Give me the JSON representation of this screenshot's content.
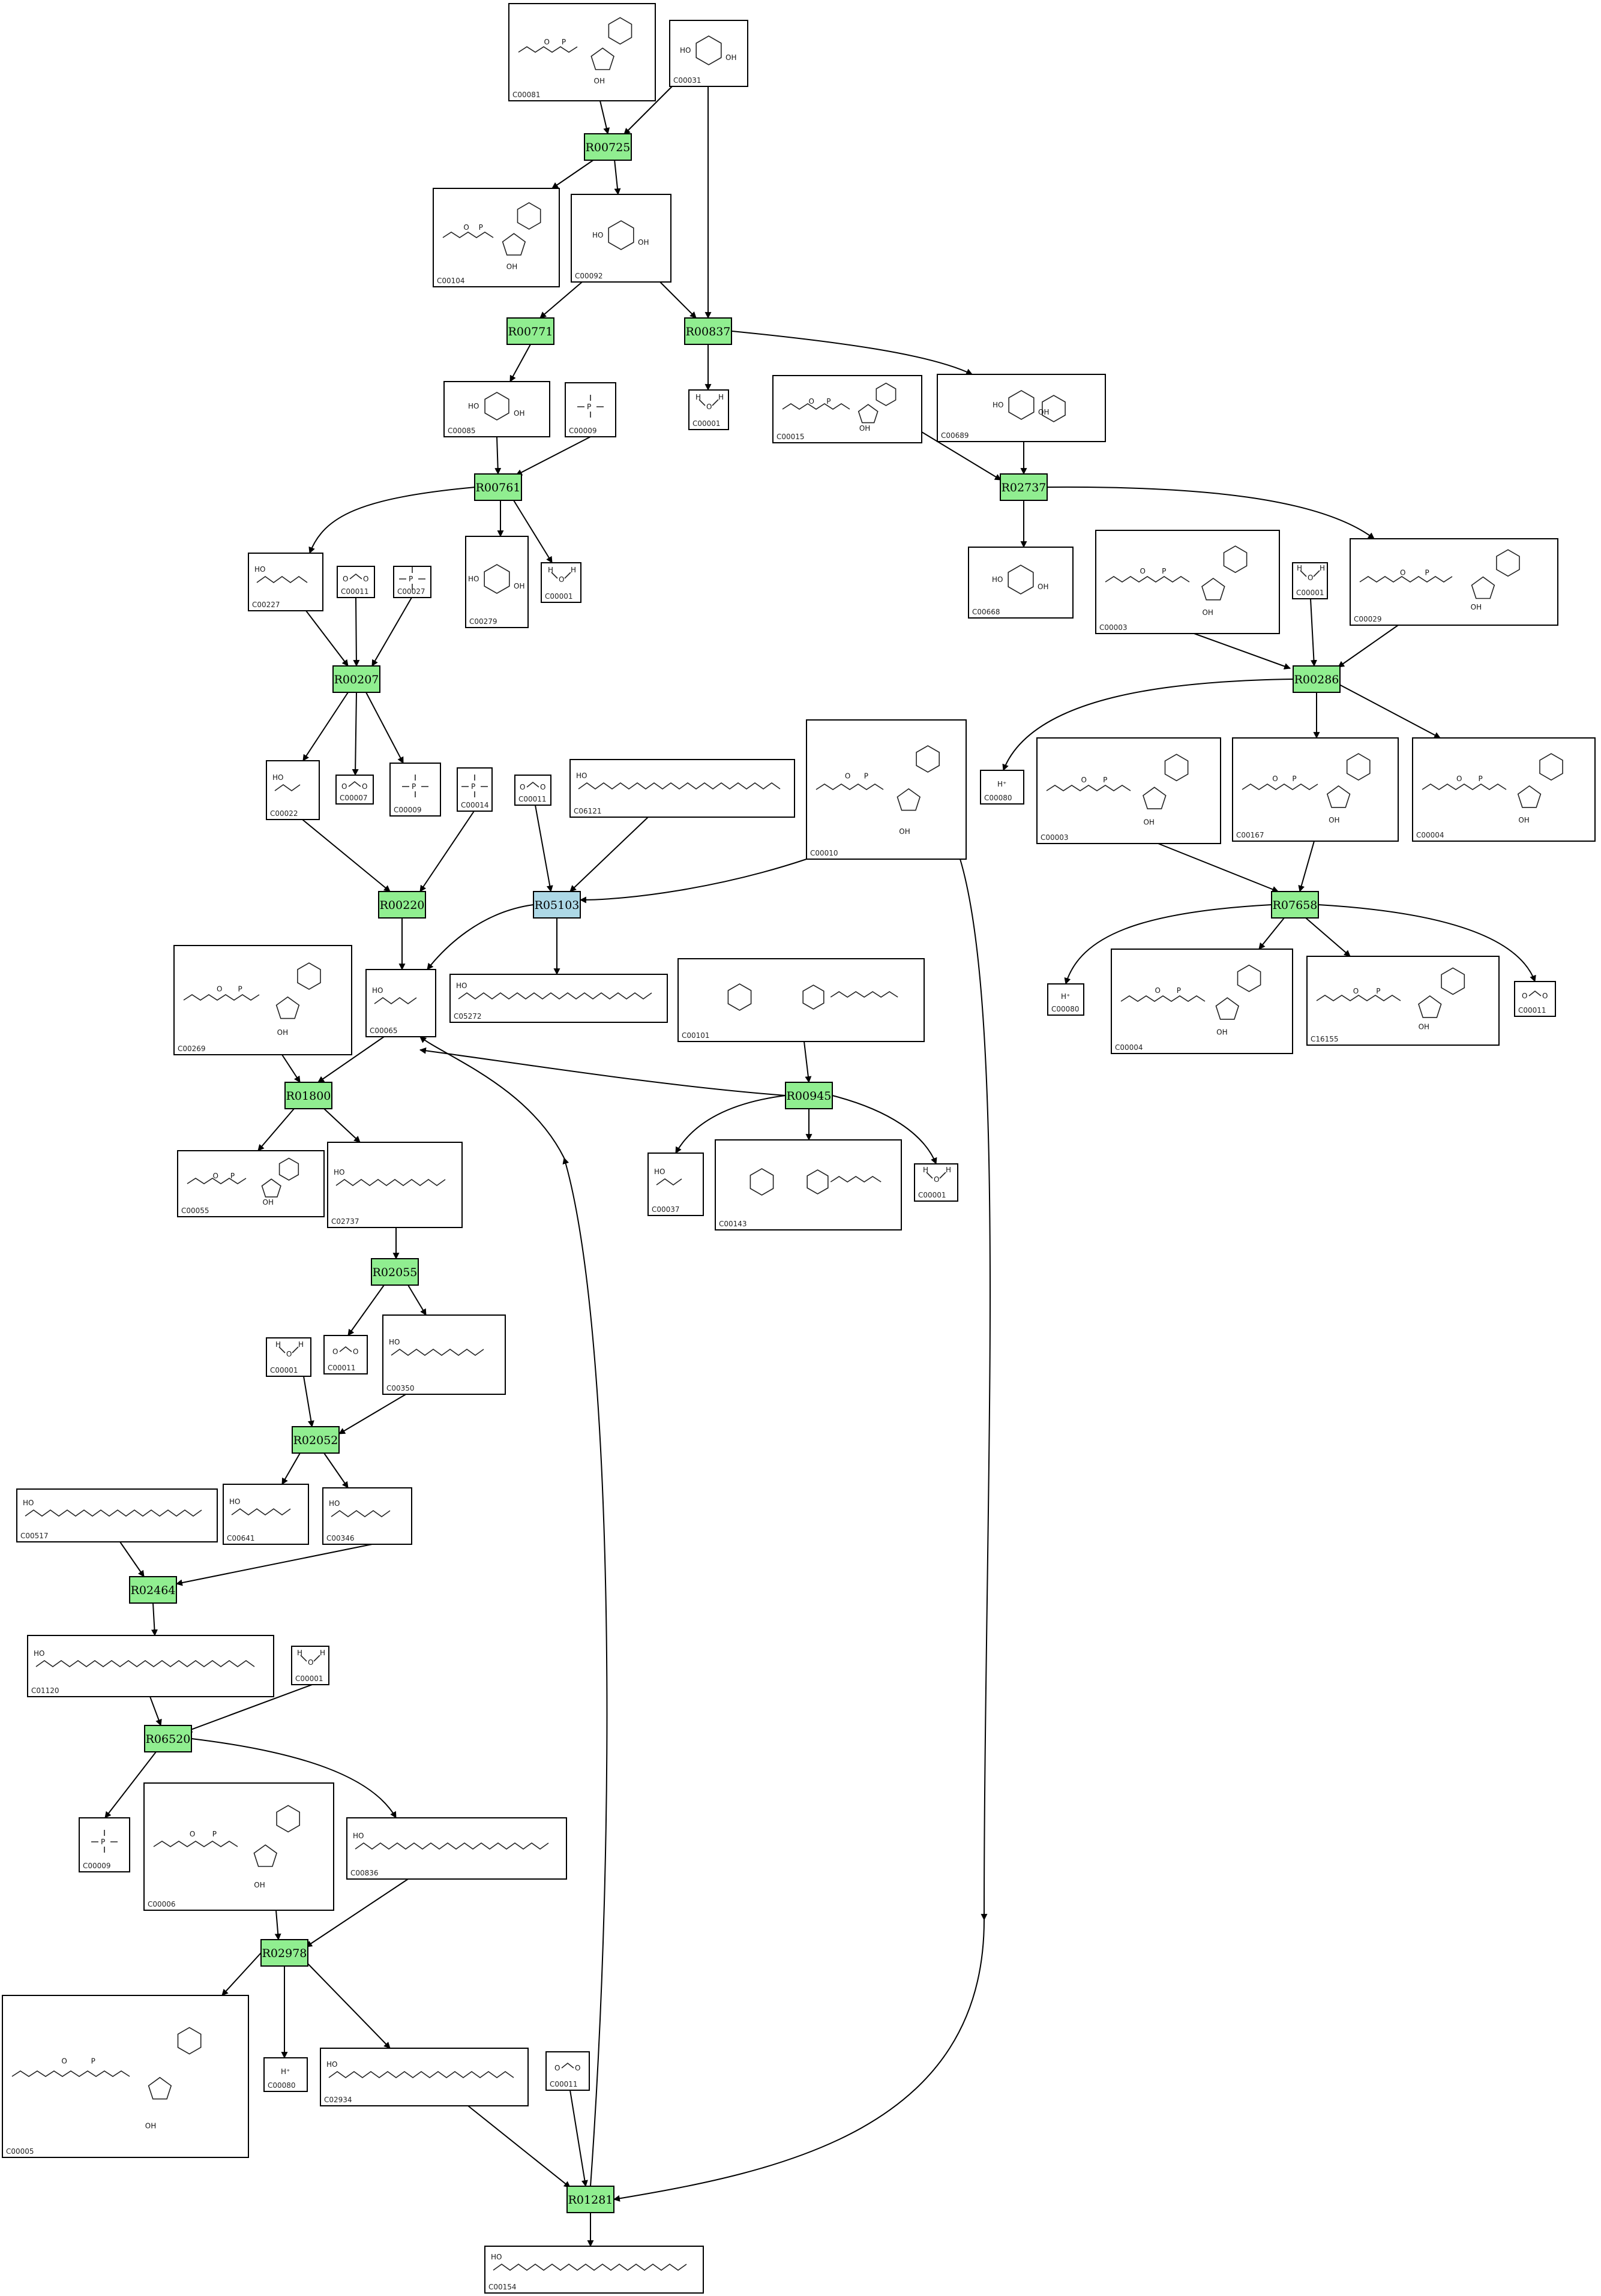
{
  "colors": {
    "reaction": "#90ee90",
    "reaction_alt": "#add8e6",
    "edge": "#000000",
    "box": "#000000"
  },
  "compounds": [
    {
      "id": "C00081"
    },
    {
      "id": "C00031"
    },
    {
      "id": "C00104"
    },
    {
      "id": "C00092"
    },
    {
      "id": "C00085"
    },
    {
      "id": "C00009"
    },
    {
      "id": "C00001"
    },
    {
      "id": "C00015"
    },
    {
      "id": "C00689"
    },
    {
      "id": "C00227"
    },
    {
      "id": "C00011"
    },
    {
      "id": "C00027"
    },
    {
      "id": "C00279"
    },
    {
      "id": "C00668"
    },
    {
      "id": "C00003"
    },
    {
      "id": "C00029"
    },
    {
      "id": "C00022"
    },
    {
      "id": "C00007"
    },
    {
      "id": "C00014"
    },
    {
      "id": "C06121"
    },
    {
      "id": "C00010"
    },
    {
      "id": "C00080"
    },
    {
      "id": "C00167"
    },
    {
      "id": "C00004"
    },
    {
      "id": "C00269"
    },
    {
      "id": "C00065"
    },
    {
      "id": "C05272"
    },
    {
      "id": "C00101"
    },
    {
      "id": "C16155"
    },
    {
      "id": "C00055"
    },
    {
      "id": "C02737"
    },
    {
      "id": "C00037"
    },
    {
      "id": "C00143"
    },
    {
      "id": "C00350"
    },
    {
      "id": "C00641"
    },
    {
      "id": "C00346"
    },
    {
      "id": "C00517"
    },
    {
      "id": "C01120"
    },
    {
      "id": "C00006"
    },
    {
      "id": "C00836"
    },
    {
      "id": "C00005"
    },
    {
      "id": "C02934"
    },
    {
      "id": "C00154"
    }
  ],
  "reactions": [
    {
      "id": "R00725"
    },
    {
      "id": "R00771"
    },
    {
      "id": "R00837"
    },
    {
      "id": "R00761"
    },
    {
      "id": "R02737"
    },
    {
      "id": "R00207"
    },
    {
      "id": "R00286"
    },
    {
      "id": "R00220"
    },
    {
      "id": "R05103"
    },
    {
      "id": "R07658"
    },
    {
      "id": "R01800"
    },
    {
      "id": "R00945"
    },
    {
      "id": "R02055"
    },
    {
      "id": "R02052"
    },
    {
      "id": "R02464"
    },
    {
      "id": "R06520"
    },
    {
      "id": "R02978"
    },
    {
      "id": "R01281"
    }
  ]
}
